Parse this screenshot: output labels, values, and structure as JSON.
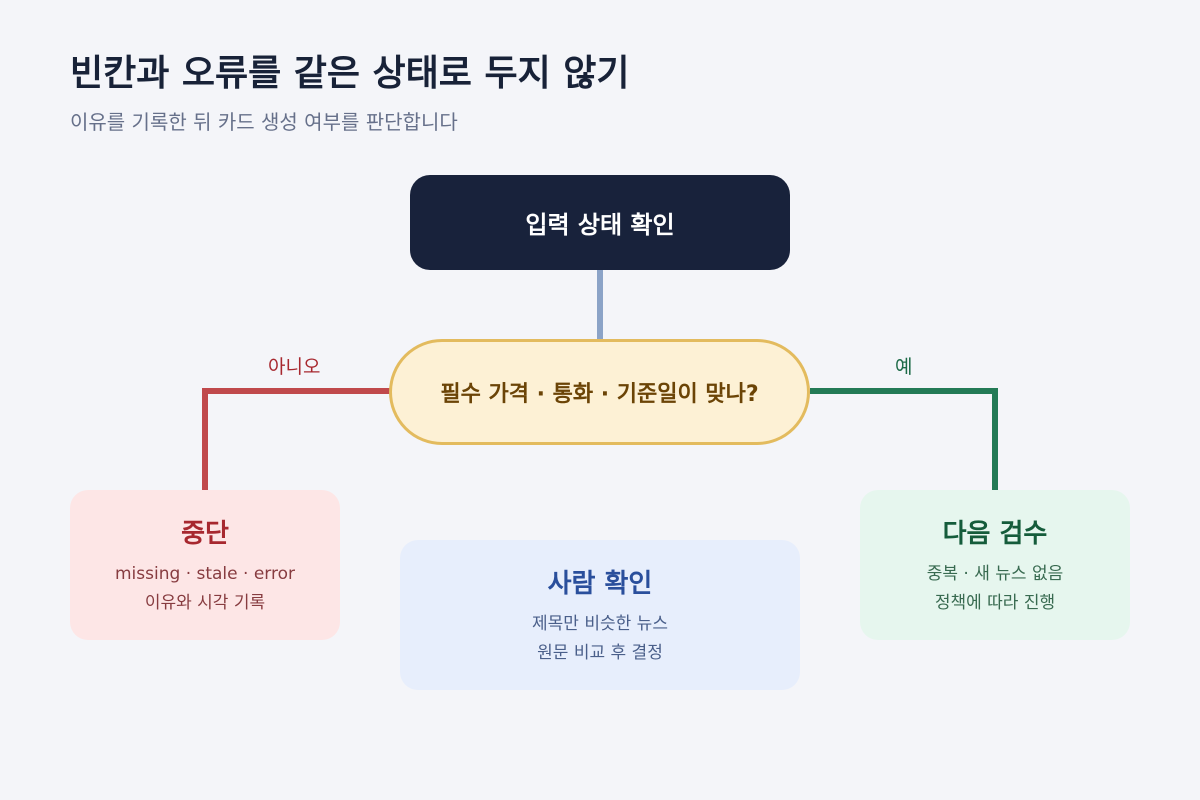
{
  "header": {
    "title": "빈칸과 오류를 같은 상태로 두지 않기",
    "subtitle": "이유를 기록한 뒤 카드 생성 여부를 판단합니다"
  },
  "nodes": {
    "start": {
      "label": "입력 상태 확인"
    },
    "decision": {
      "label": "필수 가격 · 통화 · 기준일이 맞나?"
    },
    "stop": {
      "title": "중단",
      "lines": [
        "missing · stale · error",
        "이유와 시각 기록"
      ]
    },
    "review": {
      "title": "사람 확인",
      "lines": [
        "제목만 비슷한 뉴스",
        "원문 비교 후 결정"
      ]
    },
    "next": {
      "title": "다음 검수",
      "lines": [
        "중복 · 새 뉴스 없음",
        "정책에 따라 진행"
      ]
    }
  },
  "edges": {
    "no_label": "아니오",
    "yes_label": "예"
  },
  "colors": {
    "background": "#f4f5f9",
    "start_fill": "#18223b",
    "decision_fill": "#fdf1d5",
    "decision_stroke": "#e3bb5e",
    "connector_blue": "#8ba3c7",
    "connector_red": "#c0494c",
    "connector_green": "#237a56",
    "stop_fill": "#fde6e6",
    "review_fill": "#e7eefc",
    "next_fill": "#e6f6ee"
  }
}
